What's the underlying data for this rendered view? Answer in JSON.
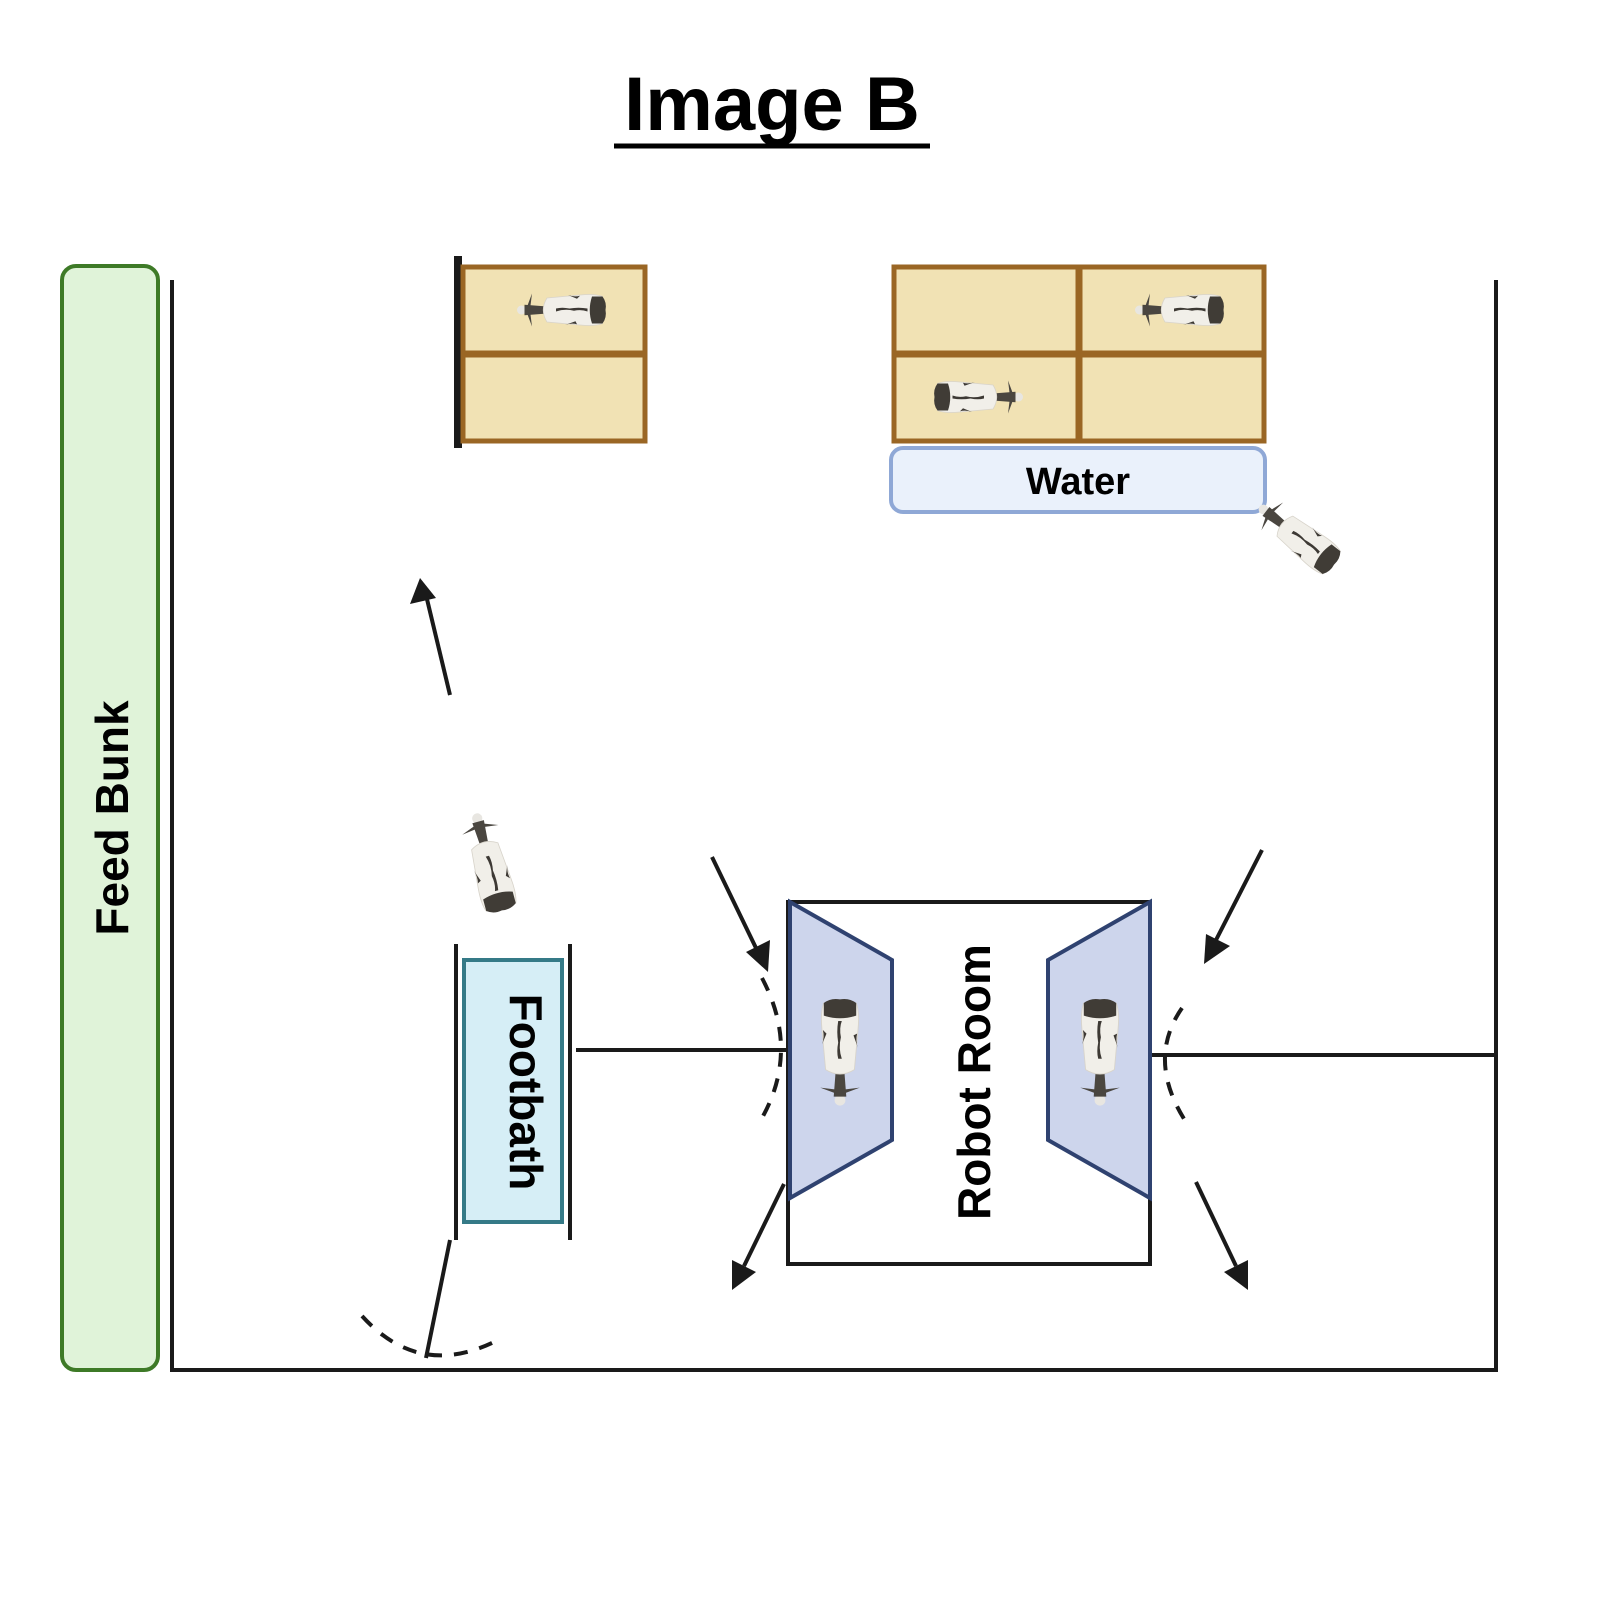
{
  "title": "Image B",
  "labels": {
    "feed_bunk": "Feed Bunk",
    "water": "Water",
    "footbath": "Footbath",
    "robot_room": "Robot Room"
  },
  "colors": {
    "feed_bunk_fill": "#e0f3d9",
    "feed_bunk_stroke": "#3e7a27",
    "stall_fill": "#f1e2b4",
    "stall_stroke": "#9a6624",
    "water_fill": "#eaf1fb",
    "water_stroke": "#8fa8d6",
    "footbath_fill": "#d6eef6",
    "footbath_stroke": "#357a87",
    "robot_fill": "#cdd5ec",
    "robot_stroke": "#2f4270",
    "line": "#1a1a1a"
  },
  "stall_groups": [
    {
      "name": "left-stalls",
      "occupied": [
        true,
        false
      ]
    },
    {
      "name": "right-stalls",
      "occupied": [
        false,
        true,
        true,
        false
      ]
    }
  ],
  "icons": [
    "cow-icon",
    "arrow-icon",
    "gate-swing-icon"
  ]
}
